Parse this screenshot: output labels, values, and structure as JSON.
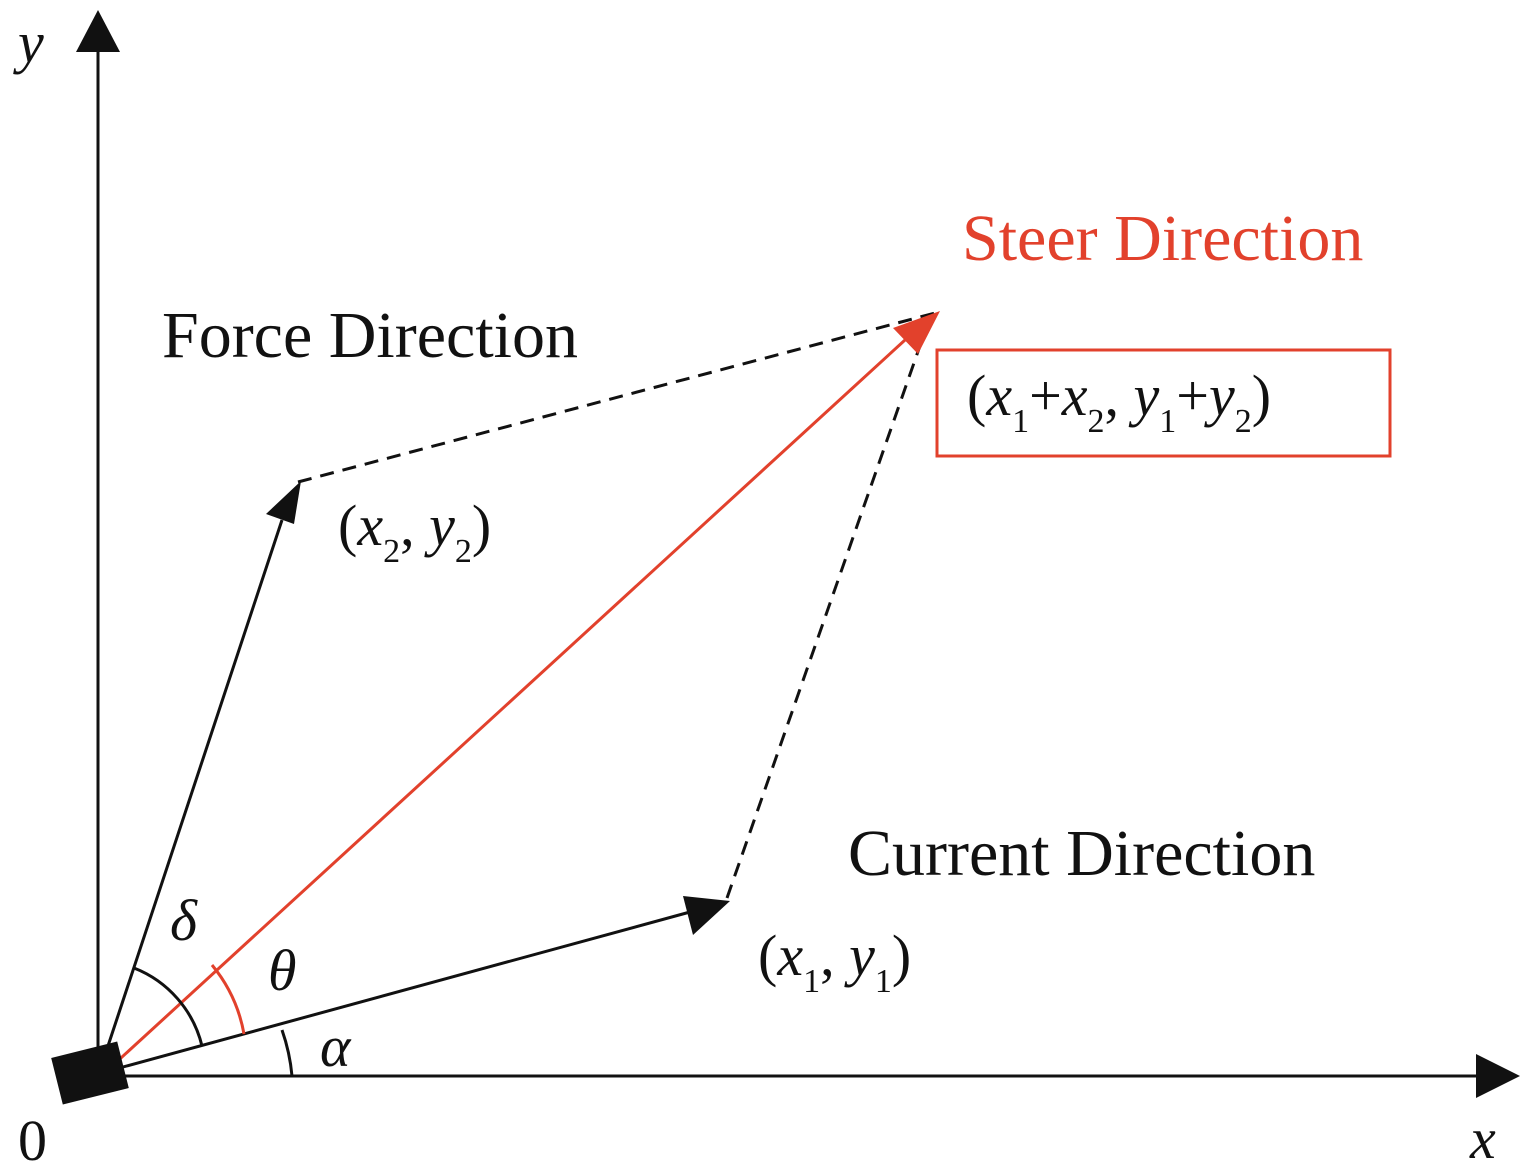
{
  "colors": {
    "black": "#111111",
    "red": "#e2412c"
  },
  "axes": {
    "y_label": "y",
    "x_label": "x",
    "origin_label": "0"
  },
  "labels": {
    "steer": "Steer Direction",
    "force": "Force Direction",
    "current": "Current Direction"
  },
  "points": {
    "p2": {
      "open": "(",
      "x": "x",
      "x_sub": "2",
      "sep": ", ",
      "y": "y",
      "y_sub": "2",
      "close": ")"
    },
    "p1": {
      "open": "(",
      "x": "x",
      "x_sub": "1",
      "sep": ", ",
      "y": "y",
      "y_sub": "1",
      "close": ")"
    },
    "sum": {
      "open": "(",
      "x1": "x",
      "x1_sub": "1",
      "plus1": "+",
      "x2": "x",
      "x2_sub": "2",
      "sep": ", ",
      "y1": "y",
      "y1_sub": "1",
      "plus2": "+",
      "y2": "y",
      "y2_sub": "2",
      "close": ")"
    }
  },
  "angles": {
    "delta": "δ",
    "theta": "θ",
    "alpha": "α"
  }
}
